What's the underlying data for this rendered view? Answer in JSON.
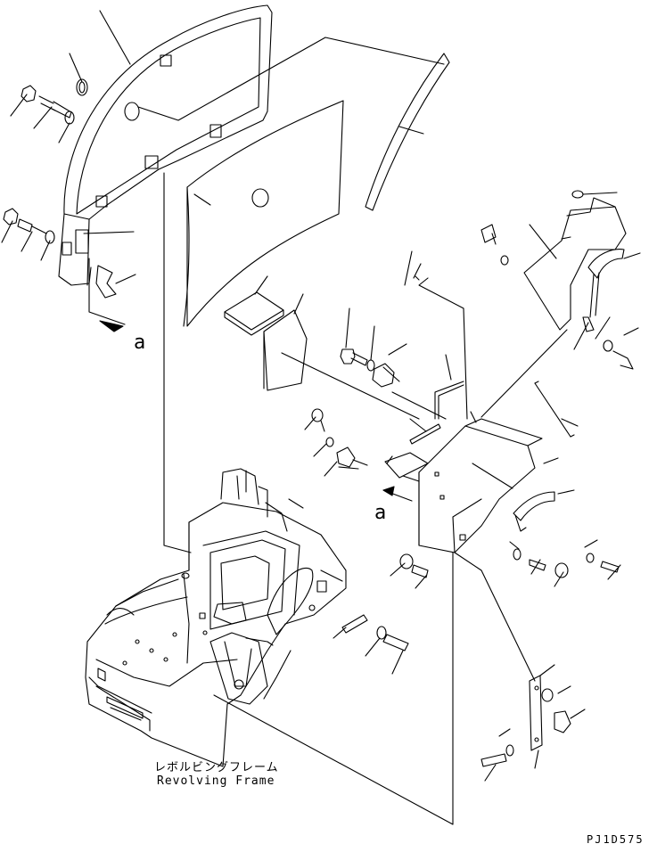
{
  "labels": {
    "view_a_top": "a",
    "view_a_mid": "a",
    "frame_jp": "レボルビングフレーム",
    "frame_en": "Revolving Frame",
    "drawing_code": "PJ1D575"
  },
  "colors": {
    "line": "#000000",
    "background": "#ffffff"
  }
}
